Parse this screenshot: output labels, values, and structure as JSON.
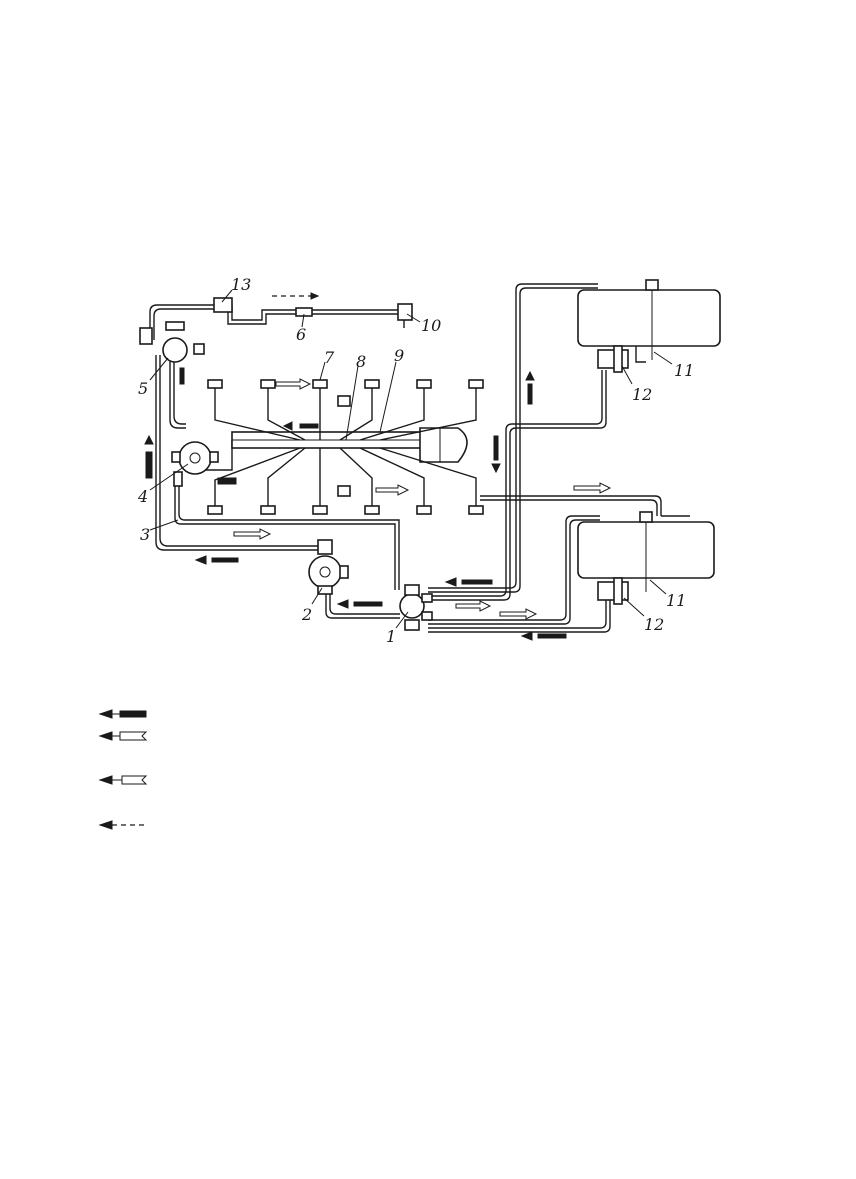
{
  "callouts": {
    "c1": "1",
    "c2": "2",
    "c3": "3",
    "c4": "4",
    "c5": "5",
    "c6": "6",
    "c7": "7",
    "c8": "8",
    "c9": "9",
    "c10": "10",
    "c11a": "11",
    "c11b": "11",
    "c12a": "12",
    "c12b": "12",
    "c13": "13"
  },
  "legend": {
    "items": [
      {
        "style": "solid-black"
      },
      {
        "style": "hollow-tail"
      },
      {
        "style": "hollow"
      },
      {
        "style": "dashed"
      }
    ]
  },
  "colors": {
    "line": "#1a1a1a",
    "background": "#ffffff"
  }
}
